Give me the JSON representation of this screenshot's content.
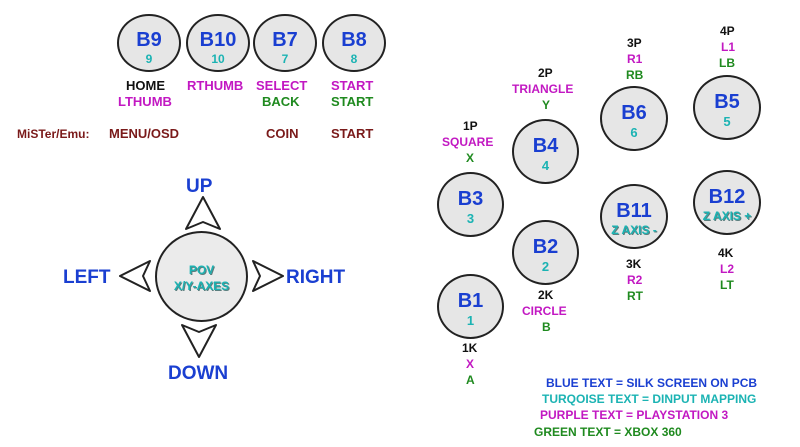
{
  "top_buttons": [
    {
      "code": "B9",
      "num": "9",
      "labels": [
        "HOME",
        "LTHUMB"
      ],
      "label_colors": [
        "black",
        "purple"
      ],
      "emu": "MENU/OSD"
    },
    {
      "code": "B10",
      "num": "10",
      "labels": [
        "RTHUMB"
      ],
      "label_colors": [
        "purple"
      ],
      "emu": ""
    },
    {
      "code": "B7",
      "num": "7",
      "labels": [
        "SELECT",
        "BACK"
      ],
      "label_colors": [
        "purple",
        "green"
      ],
      "emu": "COIN"
    },
    {
      "code": "B8",
      "num": "8",
      "labels": [
        "START",
        "START"
      ],
      "label_colors": [
        "purple",
        "green"
      ],
      "emu": "START"
    }
  ],
  "emu_label": "MiSTer/Emu:",
  "dpad": {
    "center_line1": "POV",
    "center_line2": "X/Y-AXES",
    "up": "UP",
    "down": "DOWN",
    "left": "LEFT",
    "right": "RIGHT"
  },
  "face_buttons": [
    {
      "code": "B1",
      "num": "1",
      "tags": [
        "1K",
        "X",
        "A"
      ]
    },
    {
      "code": "B2",
      "num": "2",
      "tags": [
        "2K",
        "CIRCLE",
        "B"
      ]
    },
    {
      "code": "B3",
      "num": "3",
      "tags": [
        "1P",
        "SQUARE",
        "X"
      ]
    },
    {
      "code": "B4",
      "num": "4",
      "tags": [
        "2P",
        "TRIANGLE",
        "Y"
      ]
    },
    {
      "code": "B5",
      "num": "5",
      "tags": [
        "4P",
        "L1",
        "LB"
      ]
    },
    {
      "code": "B6",
      "num": "6",
      "tags": [
        "3P",
        "R1",
        "RB"
      ]
    },
    {
      "code": "B11",
      "num": "Z AXIS -",
      "tags": [
        "3K",
        "R2",
        "RT"
      ]
    },
    {
      "code": "B12",
      "num": "Z AXIS +",
      "tags": [
        "4K",
        "L2",
        "LT"
      ]
    }
  ],
  "legend": [
    {
      "text": "BLUE TEXT = SILK SCREEN ON PCB",
      "color": "#1a3fd1"
    },
    {
      "text": "TURQOISE TEXT = DINPUT MAPPING",
      "color": "#1bb3b3"
    },
    {
      "text": "PURPLE TEXT = PLAYSTATION 3",
      "color": "#c218c2"
    },
    {
      "text": "GREEN TEXT = XBOX 360",
      "color": "#1f8a1f"
    }
  ]
}
